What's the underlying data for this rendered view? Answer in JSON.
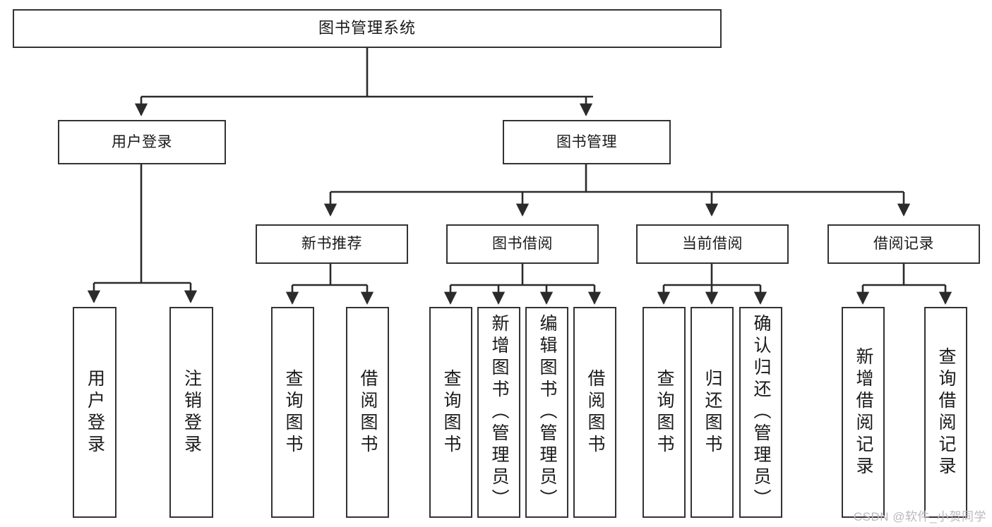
{
  "diagram": {
    "title": "图书管理系统",
    "type": "tree-hierarchy-chart",
    "watermark": "CSDN @软件_小贺同学",
    "stroke_color": "#333333",
    "fill_color": "#ffffff",
    "text_color": "#1a1a1a",
    "watermark_color": "#b9b9b9"
  },
  "nodes": {
    "root": {
      "label": "图书管理系统"
    },
    "level2": [
      {
        "id": "user-login",
        "label": "用户登录"
      },
      {
        "id": "book-management",
        "label": "图书管理"
      }
    ],
    "level3": [
      {
        "id": "new-book-recommend",
        "label": "新书推荐"
      },
      {
        "id": "book-borrow",
        "label": "图书借阅"
      },
      {
        "id": "current-borrow",
        "label": "当前借阅"
      },
      {
        "id": "borrow-record",
        "label": "借阅记录"
      }
    ],
    "leaves": {
      "user_login": [
        {
          "id": "leaf-user-login",
          "label": "用户登录"
        },
        {
          "id": "leaf-logout",
          "label": "注销登录"
        }
      ],
      "new_book_recommend": [
        {
          "id": "leaf-query-book-1",
          "label": "查询图书"
        },
        {
          "id": "leaf-borrow-book-1",
          "label": "借阅图书"
        }
      ],
      "book_borrow": [
        {
          "id": "leaf-query-book-2",
          "label": "查询图书"
        },
        {
          "id": "leaf-add-book",
          "label": "新增图书（管理员）"
        },
        {
          "id": "leaf-edit-book",
          "label": "编辑图书（管理员）"
        },
        {
          "id": "leaf-borrow-book-2",
          "label": "借阅图书"
        }
      ],
      "current_borrow": [
        {
          "id": "leaf-query-book-3",
          "label": "查询图书"
        },
        {
          "id": "leaf-return-book",
          "label": "归还图书"
        },
        {
          "id": "leaf-confirm-return",
          "label": "确认归还（管理员）"
        }
      ],
      "borrow_record": [
        {
          "id": "leaf-add-record",
          "label": "新增借阅记录"
        },
        {
          "id": "leaf-query-record",
          "label": "查询借阅记录"
        }
      ]
    }
  }
}
